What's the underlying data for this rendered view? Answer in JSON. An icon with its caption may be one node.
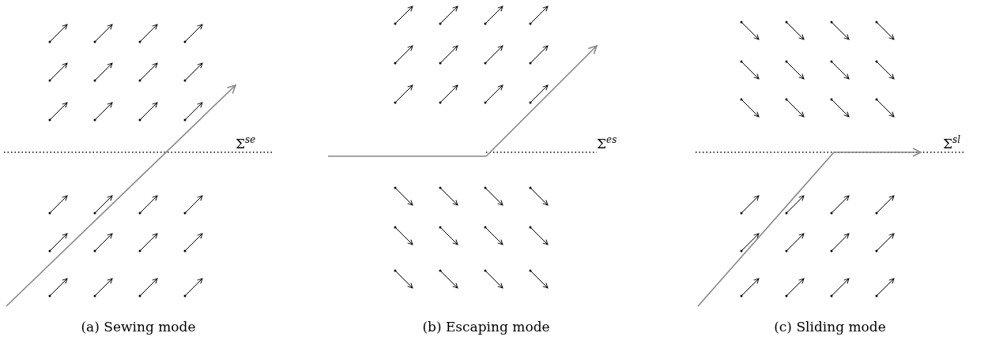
{
  "diagram": {
    "labels": [
      "Σ$^{se}$",
      "(a) Sewing mode",
      "Σ$^{es}$",
      "(b) Escaping mode",
      "Σ$^{sl}$",
      "(c) Sliding mode"
    ]
  }
}
